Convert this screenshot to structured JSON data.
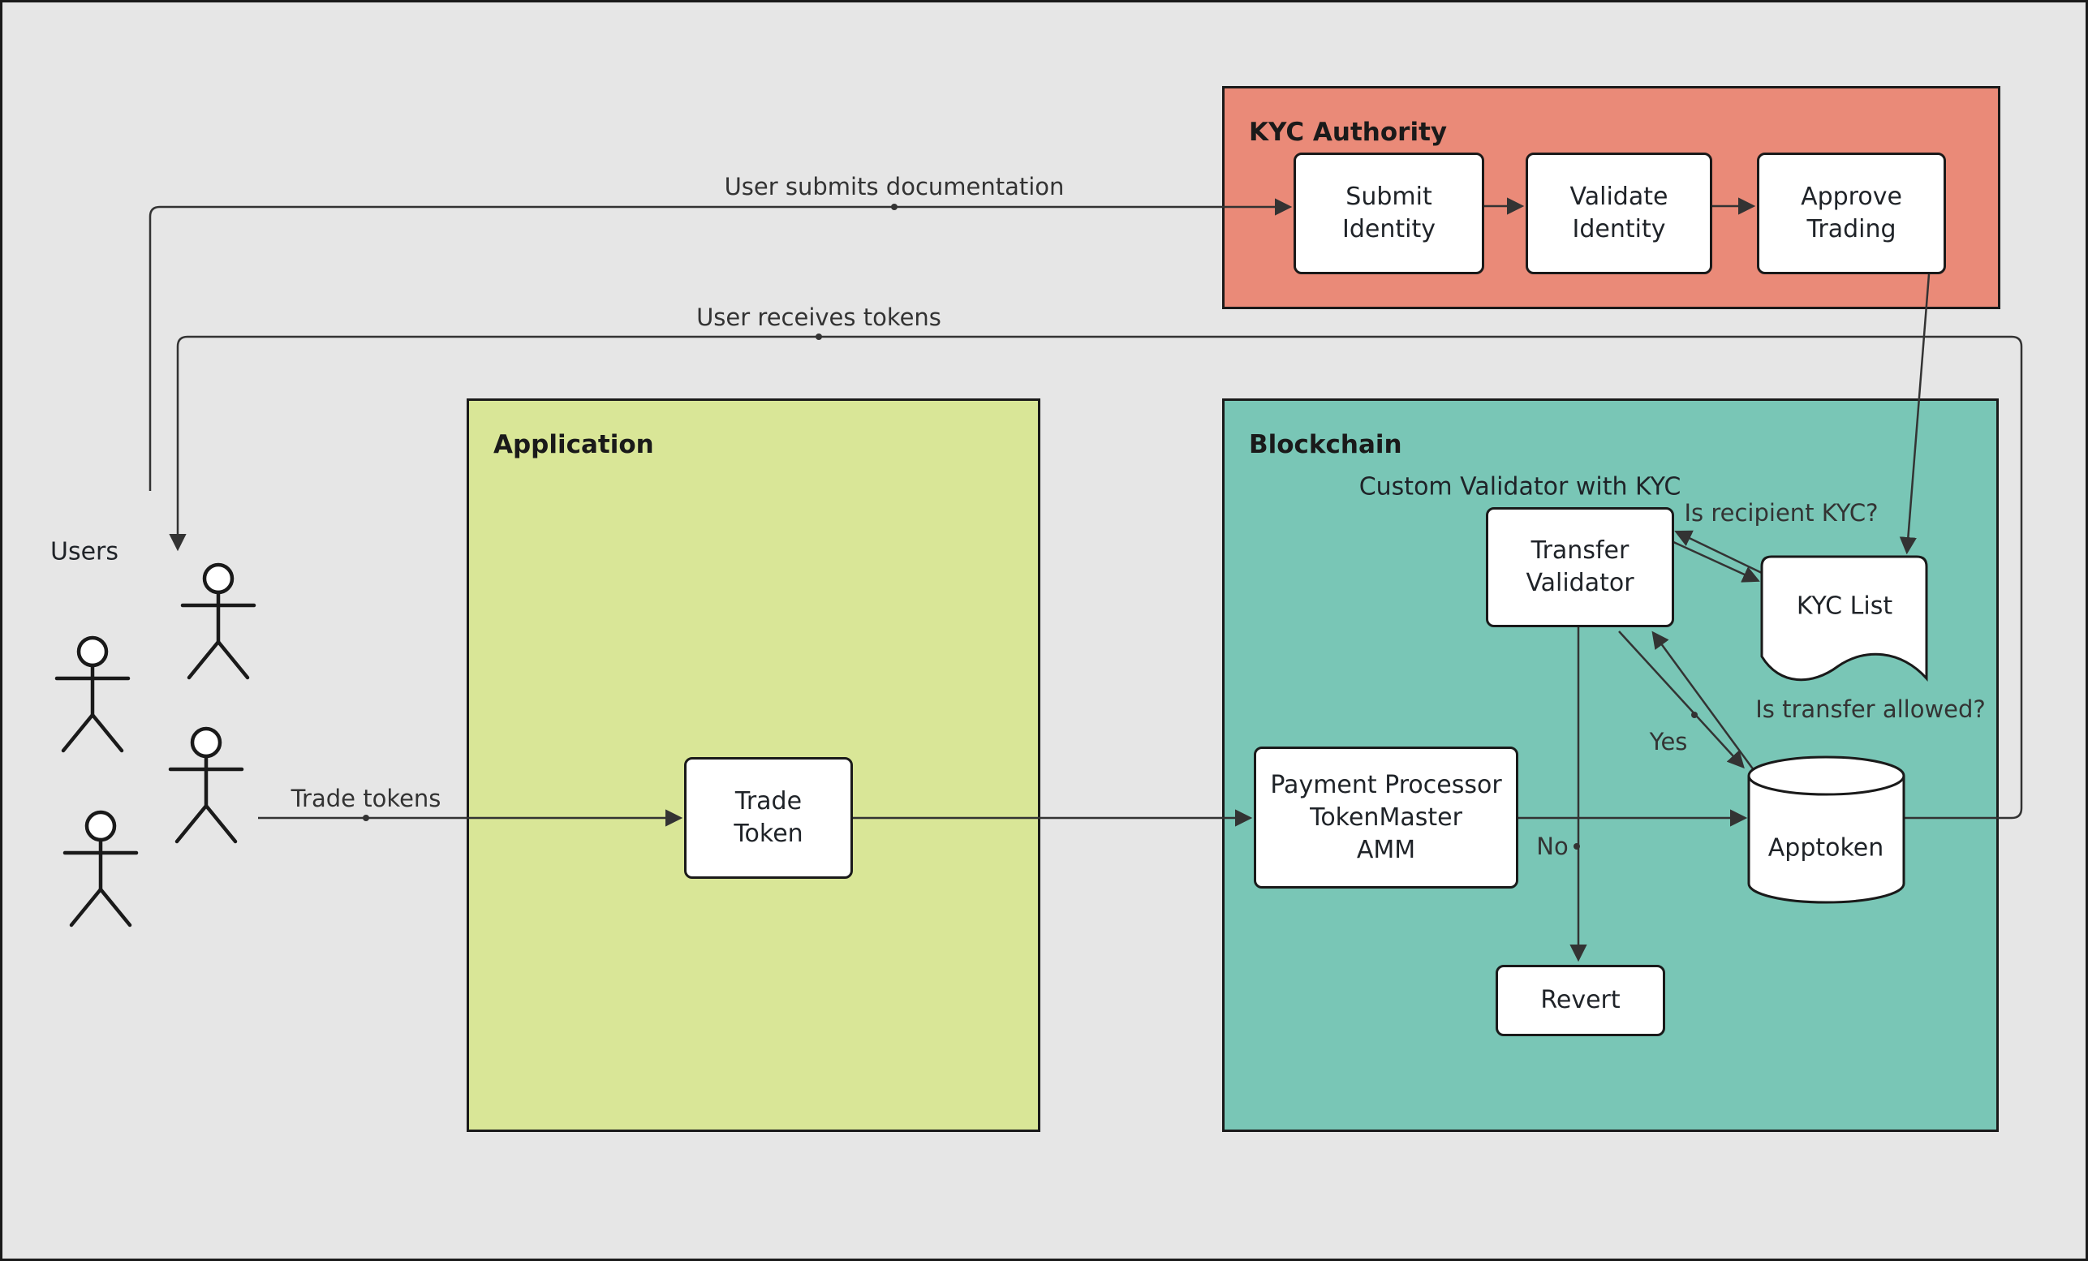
{
  "colors": {
    "background": "#e6e6e6",
    "kyc_authority_fill": "#ea8a78",
    "application_fill": "#d9e697",
    "blockchain_fill": "#79c6b6",
    "node_fill": "#ffffff",
    "border": "#1a1a1a",
    "edge": "#333333"
  },
  "groups": {
    "kyc_authority": "KYC Authority",
    "application": "Application",
    "blockchain": "Blockchain"
  },
  "actors": {
    "users": "Users"
  },
  "nodes": {
    "submit_identity": "Submit\nIdentity",
    "validate_identity": "Validate\nIdentity",
    "approve_trading": "Approve\nTrading",
    "trade_token": "Trade\nToken",
    "transfer_validator": "Transfer\nValidator",
    "kyc_list": "KYC List",
    "payment_processor": "Payment Processor\nTokenMaster\nAMM",
    "apptoken": "Apptoken",
    "revert": "Revert"
  },
  "edge_labels": {
    "user_submits": "User submits documentation",
    "user_receives": "User receives tokens",
    "trade_tokens": "Trade tokens",
    "custom_validator": "Custom Validator with KYC",
    "is_recipient_kyc": "Is recipient KYC?",
    "is_transfer_allowed": "Is transfer allowed?",
    "yes": "Yes",
    "no": "No"
  }
}
